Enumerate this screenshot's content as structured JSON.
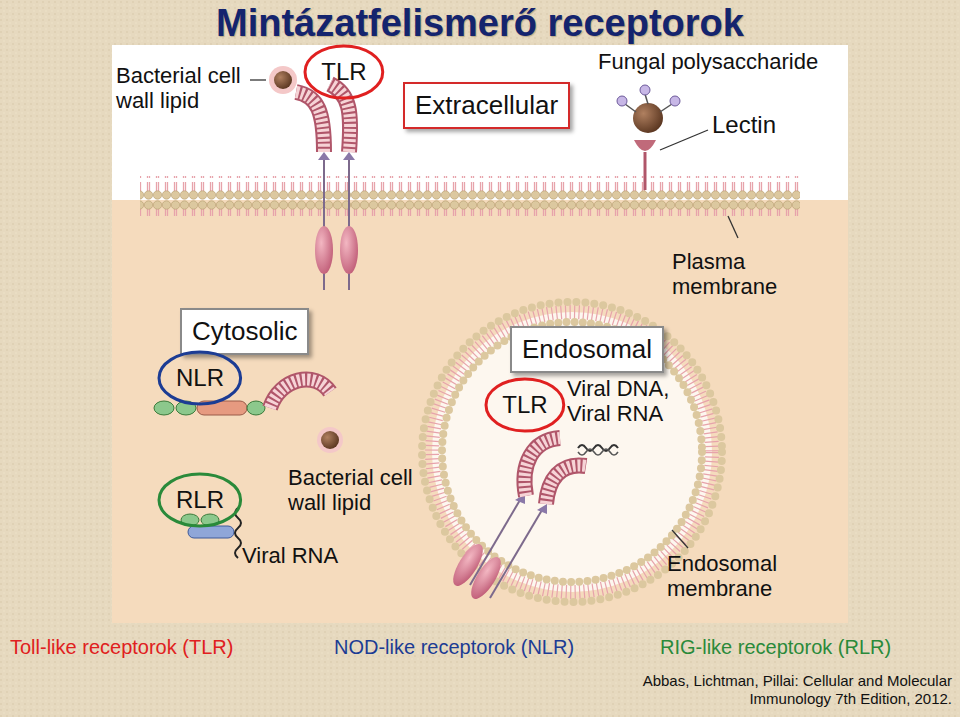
{
  "diagram": {
    "title": "Mintázatfelismerő receptorok",
    "caption": "Abbas, Lichtman, Pillai: Cellular and Molecular Immunology 7th Edition, 2012.",
    "nodes": [
      {
        "text": [
          "TLR"
        ]
      },
      {
        "text": [
          "Extracellular"
        ]
      },
      {
        "text": [
          "Cytosolic"
        ]
      },
      {
        "text": [
          "NLR"
        ]
      },
      {
        "text": [
          "Endosomal"
        ]
      },
      {
        "text": [
          "TLR"
        ]
      },
      {
        "text": [
          "RLR"
        ]
      }
    ],
    "labels": [
      "Bacterial cell wall lipid",
      "Fungal polysaccharide",
      "Lectin",
      "Plasma membrane",
      "Viral DNA, Viral RNA",
      "Bacterial cell wall lipid",
      "Viral RNA",
      "Endosomal membrane",
      "Toll-like receptorok (TLR)",
      "NOD-like receptorok (NLR)",
      "RIG-like receptorok (RLR)"
    ]
  }
}
